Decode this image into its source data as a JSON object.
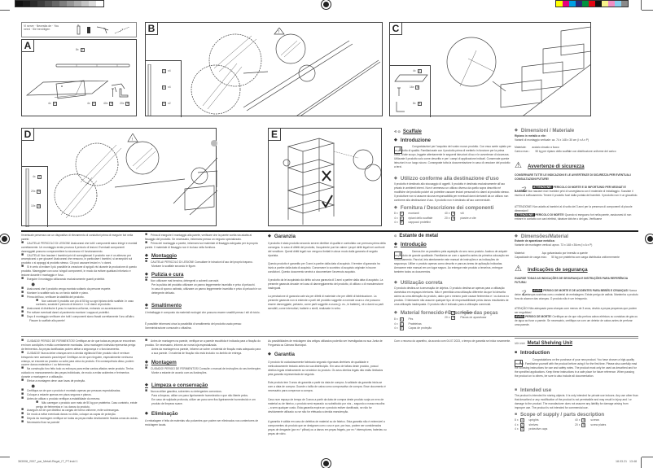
{
  "print_marks": {
    "grayscale_steps": [
      "#111111",
      "#1c1c1c",
      "#2b2b2b",
      "#3d3d3d",
      "#525252",
      "#676767",
      "#7e7e7e",
      "#969696",
      "#adadad",
      "#c4c4c4",
      "#dcdcdc",
      "#ffffff"
    ],
    "color_swatches": [
      "#ffff00",
      "#e6007e",
      "#00a0e3",
      "#2a2a7a",
      "#00923f",
      "#e30613",
      "#111111",
      "#f7f28a",
      "#f08ec4",
      "#87cfee",
      "#8a8a8a"
    ]
  },
  "diagrams": {
    "need_box": {
      "text": "Vi serve · Necesita de · You need · Sie benötigen"
    },
    "panel_a": {
      "label": "A",
      "parts": [
        {
          "qty": "8x",
          "num": "1"
        },
        {
          "qty": "4x",
          "num": "2"
        },
        {
          "qty": "4x",
          "num": "3"
        },
        {
          "qty": "40x",
          "num": "4"
        },
        {
          "qty": "20x",
          "num": "5"
        }
      ]
    },
    "panel_b": {
      "label": "B",
      "parts": [
        {
          "num": "1",
          "qty": "x4"
        },
        {
          "num": "4",
          "qty": "x4"
        },
        {
          "num": "5",
          "qty": "x2"
        }
      ]
    },
    "panel_c": {
      "label": "C",
      "parts": [
        {
          "qty": "4x",
          "num": "2"
        },
        {
          "qty": "16x",
          "num": "4"
        },
        {
          "qty": "8x",
          "num": "5"
        }
      ]
    },
    "panel_d": {
      "label": "D",
      "parts": [
        {
          "qty": "4x",
          "num": "1"
        },
        {
          "qty": "20x",
          "num": "4"
        },
        {
          "qty": "10x",
          "num": "5"
        }
      ]
    },
    "panel_e": {
      "label": "E"
    }
  },
  "italian": {
    "title": "Scaffale",
    "introduction": {
      "heading": "Introduzione",
      "body": "Congratulazioni per l'acquisto del vostro nuovo prodotto. Con esso avete optato per un prodotto di qualità. Familiarizzate con il prodotto prima di metterlo in funzione per la prima volta. A tale scopo, leggete attentamente le seguenti istruzioni d'uso e le avvertenze di sicurezza. Utilizzate il prodotto solo come descritto e per i campi di applicazione indicati. Conservate queste istruzioni in un luogo sicuro. Consegnate tutta la documentazione in caso di cessione del prodotto a terzi."
    },
    "intended_use": {
      "heading": "Utilizzo conforme alla destinazione d'uso",
      "body": "Il prodotto è destinato allo stoccaggio di oggetti. Il prodotto è destinato esclusivamente all'uso privato in ambienti interni. Non è ammesso un utilizzo diverso da quello sopra descritto né modifiche del prodotto poiché ciò potrebbe causare lesioni personali e/o danni al prodotto stesso. Il produttore non si assume alcuna responsabilità per eventuali danni derivanti da un utilizzo non conforme alla destinazione d'uso. Il prodotto non è destinato all'uso commerciale."
    },
    "supply": {
      "heading": "Fornitura / Descrizione dei componenti",
      "parts": [
        {
          "qty": "8 x",
          "num": "1",
          "label": "montanti"
        },
        {
          "qty": "4 x",
          "num": "2",
          "label": "ripiani dello scaffale"
        },
        {
          "qty": "4 x",
          "num": "3",
          "label": "cappucci protettivi"
        },
        {
          "qty": "40 x",
          "num": "4",
          "label": "viti"
        },
        {
          "qty": "20 x",
          "num": "5",
          "label": "piastre a vite"
        }
      ]
    },
    "dimensions": {
      "heading": "Dimensioni / Materiale",
      "subtitle": "Ripiano in metallo a vite:",
      "line1": "Varianti di montaggio verticale: ca. 74 x 148 x 30 cm (l x A x P)",
      "material_label": "Materiale:",
      "material_value": "acciaio zincato a fuoco",
      "load_label": "Carico max.:",
      "load_value": "50 kg per ripiano dello scaffale con distribuzione uniforme del carico"
    },
    "safety": {
      "heading": "Avvertenze di sicurezza",
      "keep": "CONSERVARE TUTTE LE INDICAZIONI E LE AVVERTENZE DI SICUREZZA PER EVENTUALI CONSULTAZIONI FUTURE!",
      "tag": "ATTENZIONE!",
      "w1_title": "PERICOLO DI MORTE E DI INFORTUNIO PER NEONATI E BAMBINI!",
      "w1_body": "Non lasciare mai i bambini privi di sorveglianza con il materiale di imballaggio. Sussiste il rischio di soffocamento. Tenere il prodotto fuori dalla portata dei bambini. Il prodotto non è un giocattolo.",
      "w2": "ATTENZIONE! Non adatto ai bambini al di sotto dei 3 anni per la presenza di componenti di piccole dimensioni!",
      "w3_title": "PERICOLO DI MORTE!",
      "w3_body": "Quando si eseguono fori nella parete, assicurarsi di non entrare in contatto con cavi elettrici, tubature idriche o del gas. Verificarne"
    },
    "col1_body": [
      "l'eventuale presenza con un dispositivo di rilevamento di conduttori prima di eseguire fori nella parete.",
      "CAUTELA! PERICOLO DI LESIONI! Assicurarsi che tutti i componenti siano integri e montati correttamente. Un montaggio errato provoca il pericolo di lesioni. Eventuali componenti danneggiati possono compromettere la sicurezza e il funzionamento.",
      "CAUTELA! Non lasciare i bambini privi di sorveglianza! Il prodotto non è un attrezzo per arrampicarsi o per giocare! Assicurarsi che nessuno, in particolare i bambini, si arrampichi sul prodotto o si appoggi al prodotto stesso. Ciò può causare lesioni e / o danni.",
      "Si è certo di evitare il più possibile la creazione di spigoli vivi durante la produzione di questo prodotto. Maneggiare con cura i singoli componenti, in modo da evitare qualsiasi infortunio e lesione durante il montaggio e l'uso.",
      "Eseguire il montaggio utilizzando esclusivamente guanti protettivi.",
      "Assicurarsi che il prodotto venga montato soltanto da persone esperte.",
      "Montare lo scaffale solo su un fondo stabile e piano.",
      "Prima dell'uso, verificare la stabilità del prodotto.",
      "Non caricare il prodotto con più di 50 kg su ogni ripiano dello scaffale. In caso contrario, sussiste il pericolo di lesioni e / o di danni al prodotto.",
      "Assicurarsi di distribuire il peso in maniera uniforme, entrando un accentramento.",
      "Per evitare eventuali danni al pavimento montare i cappucci protettivi.",
      "Dopo il montaggio verificare che tutti i componenti siano fissati correttamente l'uno all'altro.",
      "Fissare lo scaffale alla parete!"
    ],
    "col2_top": [
      "Prima di eseguire il montaggio alla parete, verificare che la parete scelta sia adatta al fissaggio del prodotto. Se necessario, informarsi presso un negozio specializzato.",
      "Prima del montaggio a parete, informarsi sul materiale di fissaggio adeguato per la propria parete. Il materiale di fissaggio non è incluso nella fornitura."
    ],
    "assembly": {
      "heading": "Montaggio",
      "items": [
        "CAUTELA! PERICOLO DI LESIONI! Consultare le istruzioni d'uso del proprio trapano.",
        "Montare lo scaffale secondo le figure."
      ]
    },
    "care": {
      "heading": "Pulizia e cura",
      "items": [
        "Non utilizzare mai benzina, detergenti o solventi corrosivi.",
        "Per la pulizia del prodotto utilizzare un panno leggermente inumidito e privo di pelucchi.",
        "In caso di sporco ostinato, utilizzare un panno leggermente inumidito e privo di pelucchi e un detergente delicato."
      ]
    },
    "disposal": {
      "heading": "Smaltimento",
      "p1": "L'imballaggio è composto da materiali ecologici che possono essere smaltiti presso i siti di riciclo.",
      "p2": "È possibile informarsi circa la possibilità di smaltimento del prodotto usato presso l'amministrazione comunale o cittadina."
    },
    "warranty": {
      "heading": "Garanzia",
      "p1": "Il prodotto è stato prodotto secondo severe direttive di qualità e controllato con premura prima della consegna. In caso di difetti del prodotto, l'acquirente può far valere i propri diritti legali nei confronti del venditore. Questi diritti legali non vengono limitati in alcun modo dalla garanzia di seguito riportata.",
      "p2": "Questo prodotto è garantito per 3 anni a partire dalla data di acquisto. Il termine di garanzia ha inizio a partire dalla data di acquisto. Conservare lo scontrino di acquisto originale in buone condizioni. Questo documento servirà a documentare l'avvenuto acquisto.",
      "p3": "Il prodotto da lei acquistato dà diritto ad una garanzia di 3 anni a partire dalla data di acquisto. La presente garanzia decade nel caso di danneggiamento del prodotto, di utilizzo o di manutenzione inadeguati.",
      "p4": "La prestazione di garanzia vale sia per difetti di materiale che per difetti di fabbricazione. La presente garanzia non si estende a parti del prodotto soggette a normale usura o che possono essere danneggiate, pertanto, come parti soggette a usura (p. es., le batterie), né a danni su parti sensibili, come interruttori, batterie o simili, realizzate in vetro."
    }
  },
  "portuguese": {
    "title": "Estante de metal",
    "introduction": {
      "heading": "Introdução",
      "body": "Damos-lhe os parabéns pela aquisição do seu novo produto. Acabou de adquirir um produto de grande qualidade. Familiarize-se com o aparelho antes da primeira colocação em funcionamento. Para tal, leia atentamente este manual de instruções e as indicações de segurança. Utilize o produto apenas como descrito e para as áreas de aplicação indicadas. Armazene este manual em um lugar seguro. Ao entregar este produto a terceiros, entregue também todos os documentos."
    },
    "intended_use": {
      "heading": "Utilização correta",
      "body": "O produto destina-se à arrumação de objetos. O produto destina-se apenas para a utilização doméstica em espaços interiores. Não é permitida uma utilização diferente da que foi descrita acima ou uma alteração do produto, dado que o mesmo pode causar ferimentos e / ou danos no produto. O fabricante não assume qualquer tipo de responsabilidade pelos danos resultantes de uma utilização inadequada. O produto não é indicado para a utilização comercial."
    },
    "supply": {
      "heading": "Material fornecido / Descrição das peças",
      "parts": [
        {
          "qty": "8 x",
          "num": "1",
          "label": "Pés"
        },
        {
          "qty": "4 x",
          "num": "2",
          "label": "Prateleiras"
        },
        {
          "qty": "4 x",
          "num": "3",
          "label": "Capas de proteção"
        },
        {
          "qty": "40 x",
          "num": "4",
          "label": "Parafusos"
        },
        {
          "qty": "20 x",
          "num": "5",
          "label": "Placas de aparafusar"
        }
      ]
    },
    "dimensions": {
      "heading": "Dimensões/Material",
      "subtitle": "Estante de aparafusar metálica:",
      "line1": "Variante de montagem vertical: aprox. 73 x 148 x 30cm (l x A x P)",
      "material_label": "Material:",
      "material_value": "Aço galvanizado por imersão a quente",
      "load_label": "Capacidade de carga máx.:",
      "load_value": "50 kg por prateleira com carga distribuída uniformemente"
    },
    "safety": {
      "heading": "Indicações de segurança",
      "keep": "GUARDE TODAS AS INDICAÇÕES DE SEGURANÇA E INSTRUÇÕES PARA REFERÊNCIA FUTURA!",
      "tag": "AVISO",
      "w1_title": "PERIGO DE MORTE E DE ACIDENTES PARA BEBÉS E CRIANÇAS!",
      "w1_body": "Nunca deixe as crianças sozinhas com o material de embalagem. Existe perigo de asfixia. Mantenha o produto fora do alcance das crianças. O produto não é um brinquedo.",
      "w2": "ATENÇÃO! Não adequado para crianças com menos de 3 anos, devido a peças pequenas que podem ser engolidas!",
      "w3_title": "PERIGO DE MORTE!",
      "w3_body": "Certifique-se de que não perfura cabos elétricos ou condutas de gás ou de água ao furar a parede. Se necessário, certifique-se com um detetor de cabos antes de perfurar uma parede."
    },
    "col1_body": [
      "CUIDADO! PERIGO DE FERIMENTOS! Certifique-se de que todas as peças se encontram em bom condições e estão corretamente montadas. Uma montagem indevida representa perigo de ferimentos. As peças danificadas podem afetar a segurança e o funcionamento.",
      "CUIDADO! Nunca deixe crianças sem a devida vigilância! Este produto não é nenhum brinquedo nem acessório para trepar! Certifique-se de que ninguém, especialmente nenhuma criança, se encoste ao produto ou sobe para cima do produto. Em consequência disso, podem ocorrer danos materiais e / ou ferimentos.",
      "Na construção foro feito todo os esforços para evitar cantos afiados neste produto. Tenha cuidado no manuseamento das peças individuais, de modo a evitar acidentes e ferimentos durante a montagem e a utilização.",
      "Efetue a montagem deve usar luvas de proteção.",
      "Certifique-se de que o produto é montado apenas por pessoas especializadas.",
      "Coloque a estante apenas em pisos seguros e planos.",
      "Antes de utilizar o produto verifique a estabilidade do mesmo.",
      "Não carregue o produto com mais de 50 kg por prateleira. Caso contrário, existe perigo de ferimentos e / ou danos do produto.",
      "Assegure-se de que distribui as cargas de forma uniforme, evite sobrecargas.",
      "De modo a evitar eventuais danos no chão, coloque as capas de proteção.",
      "Depois da montagem verifique se todas as peças estão devidamente fixadas umas às outras.",
      "Necessário fixar na parede!"
    ],
    "col2_top": [
      "Antes de montagem na parede, verifique se a parede escolhida é indicada para a fixação do produto. Se necessário, informe-se numa loja especializada.",
      "Antes da montagem na parede, informe-se sobre o material de fixação mais adequado para a sua parede. O material de fixação não está incluído no âmbito de entrega."
    ],
    "assembly": {
      "heading": "Montagem",
      "items": [
        "CUIDADO! PERIGO DE FERIMENTOS! Consulte o manual de instruções do seu berbequim.",
        "Monte a estante de acordo com as ilustrações."
      ]
    },
    "care": {
      "heading": "Limpeza e conservação",
      "items": [
        "Nunca utilize gasolina, solventes ou detergentes corrosivos.",
        "Para a limpeza, utilize um pano ligeiramente humedecido e que não liberte pelos.",
        "Em caso de sujidade profunda, utilize um pano sem fios ligeiramente humedecido e um produto de limpeza suave."
      ]
    },
    "disposal": {
      "heading": "Eliminação",
      "p1": "A embalagem é feita de materiais não poluentes que podem ser eliminados nos contentores de reciclagem locais."
    },
    "col2_bottom_p": "As possibilidades de reciclagem dos artigos utilizados poderão ser investigadas na sua Junta de Freguesia ou Câmara Municipal.",
    "warranty": {
      "heading": "Garantia",
      "p1": "O produto foi cuidadosamente fabricado segundo rigorosas diretrizes de qualidade e meticulosamente testado antes da sua distribuição. Em caso de falhas deste produto, possui direitos legais relativamente ao vendedor do produto. Os seus direitos legais não estão limitados pela garantia representada de seguida.",
      "p2": "Este produto tem 3 anos de garantia a partir da data de compra. A validade da garantia inicia-se com a data de compra. Guarde o talão de caixa como comprovativo de compra. Esse documento é necessário para comprovar a compra.",
      "p3": "Caso num espaço de tempo de 3 anos a partir da data de compra deste produto surja um erro de material ou de fabrico, o produto será reparado ou substituído por nós – segundo a nossa escolha – a sem qualquer custo. Esta garantia expira se o produto estiver danificado, se não for devidamente utilizado ou se não for efetuada a devida manutenção.",
      "p4": "A garantia é válida em caso de defeitos de material ou de fabrico. Esta garantia não é extensível a componentes do produto que se designam com o uso e que, por isso, podem ser considerados peças de desgaste (por ex.º pilhas) ou a danos em peças frágeis, por ex.º interruptores, baterias ou peças de vidro.",
      "p5": "Com o recurso do aparelho, da acordo com 04.07.2023, o tempo de garantia se inicia novamente."
    }
  },
  "english": {
    "title": "Metal Shelving Unit",
    "title_prefix": "IAN ###",
    "introduction": {
      "heading": "Introduction",
      "body": "Congratulations on the purchase of your new product. You have chosen a high-quality product. Familiarise yourself with the product before using it for the first time. Please also carefully read the following instructions for use and safety notes. The product must only be used as described and for the specified applications. Keep these instructions in a safe place for future reference. When passing the product on to others, be sure to also include all documentation."
    },
    "intended_use": {
      "heading": "Intended use",
      "body": "The product is intended for storing objects. It is only intended for private use indoors. Any use other than that described or any modification of the product is not permissible and may result in injury and / or damage to the product. The manufacturer does not assume any liability for damage arising from improper use. The product is not intended for commercial use."
    },
    "supply": {
      "heading": "Scope of supply / parts description",
      "parts": [
        {
          "qty": "8 x",
          "num": "1",
          "label": "uprights"
        },
        {
          "qty": "4 x",
          "num": "2",
          "label": "shelves"
        },
        {
          "qty": "4 x",
          "num": "3",
          "label": "protective caps"
        },
        {
          "qty": "40 x",
          "num": "4",
          "label": "screws"
        },
        {
          "qty": "20 x",
          "num": "5",
          "label": "screw plates"
        }
      ]
    }
  },
  "footer": {
    "file": "363008_2007_par_Metall-Regal_IT_PT.indd   1",
    "date": "18.03.21",
    "time": "13:48"
  }
}
